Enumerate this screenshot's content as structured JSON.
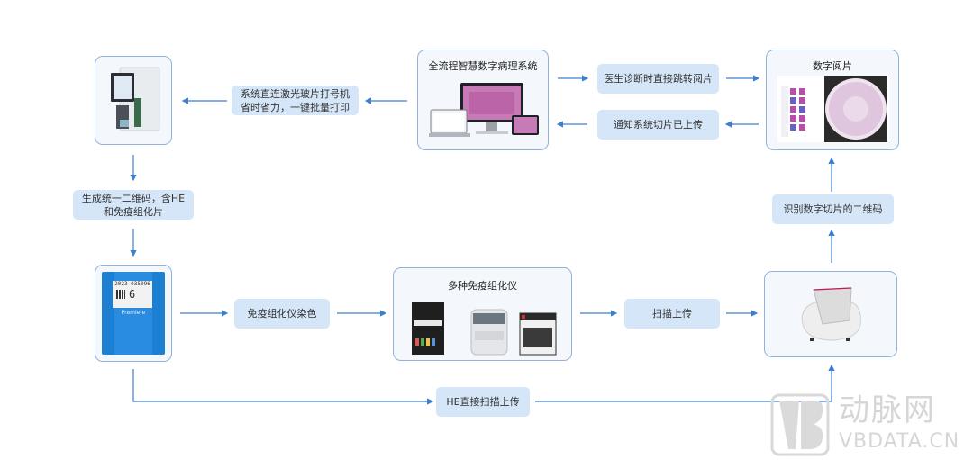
{
  "nodes": {
    "printer": {
      "image": "slide-printer-device"
    },
    "printer_note": {
      "line1": "系统直连激光玻片打号机",
      "line2": "省时省力，一键批量打印"
    },
    "pathology_system": {
      "title": "全流程智慧数字病理系统",
      "image": "multi-device-pathology-viewer"
    },
    "doctor_jump": {
      "label": "医生诊断时直接跳转阅片"
    },
    "notify_upload": {
      "label": "通知系统切片已上传"
    },
    "digital_reading": {
      "title": "数字阅片",
      "image": "digital-slide-viewer"
    },
    "qr_generate": {
      "line1": "生成统一二维码，含HE",
      "line2": "和免疫组化片"
    },
    "labeled_slide": {
      "image": "labeled-slide",
      "slide_id": "2023-035096",
      "slide_no": "6",
      "brand": "Premiere"
    },
    "ihc_stain": {
      "label": "免疫组化仪染色"
    },
    "ihc_instruments": {
      "title": "多种免疫组化仪",
      "image": "ihc-instruments"
    },
    "scan_upload": {
      "label": "扫描上传"
    },
    "scanner": {
      "image": "slide-scanner"
    },
    "identify_qr": {
      "label": "识别数字切片的二维码"
    },
    "he_direct": {
      "label": "HE直接扫描上传"
    }
  },
  "colors": {
    "arrow": "#3c7fcf",
    "card_border": "#8fb3da",
    "label_bg": "#d6e6f9",
    "watermark": "#d9d9d9"
  },
  "watermark": {
    "logo": "VB",
    "cn": "动脉网",
    "en": "VBDATA.CN"
  }
}
